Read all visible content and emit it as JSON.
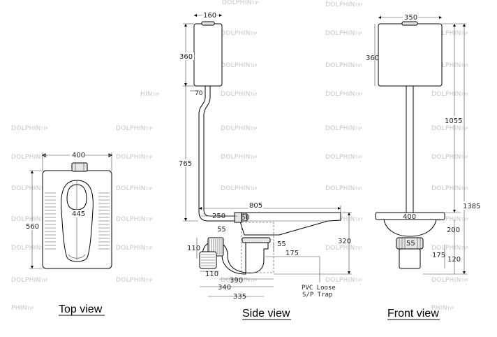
{
  "views": {
    "top": {
      "title": "Top view",
      "dims": {
        "width": "400",
        "length": "560",
        "bowl": "445"
      }
    },
    "side": {
      "title": "Side view",
      "dims": {
        "tank_width": "160",
        "tank_height": "360",
        "pipe_offset": "70",
        "pipe_height": "765",
        "overall_length": "805",
        "trap_inlet": "250",
        "inlet_dia": "60",
        "inlet_rise": "55",
        "pan_height": "320",
        "trap_height": "110",
        "trap_depth": "55",
        "trap_drop": "175",
        "trap_width": "110",
        "trap_span": "390",
        "trap_outlet": "340",
        "trap_total": "335"
      },
      "note_line1": "PVC Loose",
      "note_line2": "S/P Trap"
    },
    "front": {
      "title": "Front view",
      "dims": {
        "tank_width": "350",
        "tank_height": "360",
        "pipe_height": "1055",
        "overall_height": "1385",
        "pan_width": "400",
        "pan_height": "200",
        "trap_dia": "55",
        "trap_drop": "175",
        "trap_base": "120"
      }
    }
  },
  "watermark": {
    "brand": "DOLPHIN",
    "suffix": "TIP",
    "partial": "PHIN",
    "partial_short": "HIN"
  }
}
